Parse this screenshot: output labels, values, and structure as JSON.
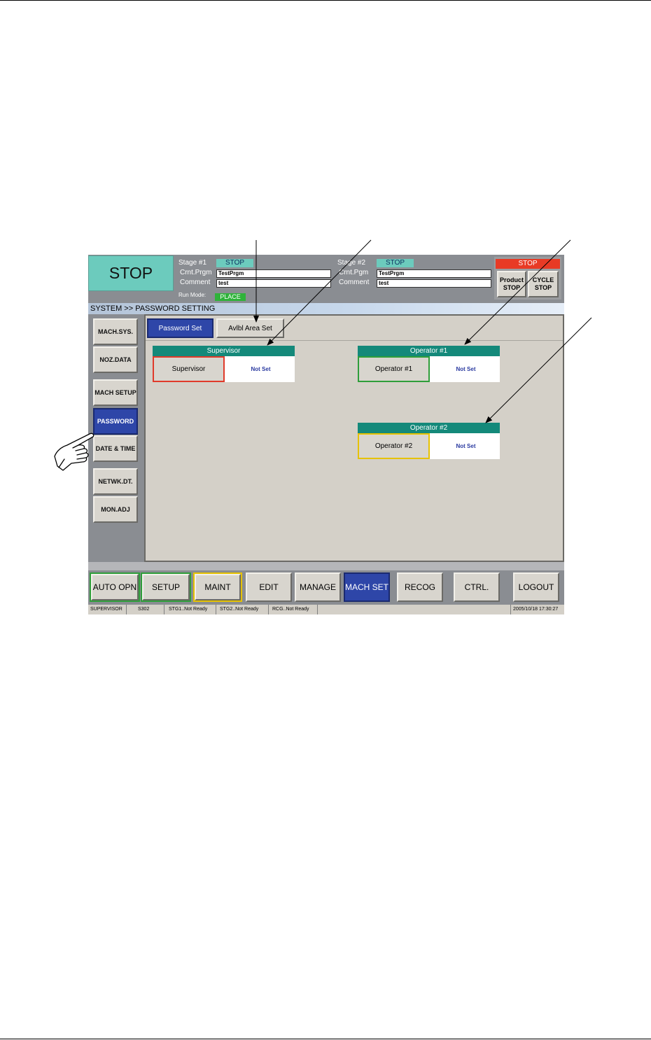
{
  "header": {
    "machine_status": "STOP",
    "stage1": {
      "title": "Stage #1",
      "status": "STOP",
      "program_label": "Crnt.Prgm",
      "program_value": "TestPrgm",
      "comment_label": "Comment",
      "comment_value": "test",
      "run_mode_label": "Run Mode:",
      "run_mode_value": "PLACE"
    },
    "stage2": {
      "title": "Stage #2",
      "status": "STOP",
      "program_label": "Crnt.Pgm",
      "program_value": "TestPrgm",
      "comment_label": "Comment",
      "comment_value": "test"
    },
    "stop_panel": {
      "status": "STOP",
      "product_stop": "Product STOP",
      "cycle_stop": "CYCLE STOP"
    }
  },
  "breadcrumb": "SYSTEM >> PASSWORD SETTING",
  "sidebar": {
    "items": [
      {
        "label": "MACH.SYS."
      },
      {
        "label": "NOZ.DATA"
      },
      {
        "label": "MACH SETUP"
      },
      {
        "label": "PASSWORD"
      },
      {
        "label": "DATE & TIME"
      },
      {
        "label": "NETWK.DT."
      },
      {
        "label": "MON.ADJ"
      }
    ],
    "active": "PASSWORD"
  },
  "tabs": [
    {
      "label": "Password Set"
    },
    {
      "label": "Avlbl Area Set"
    }
  ],
  "passwords": {
    "supervisor": {
      "header": "Supervisor",
      "button": "Supervisor",
      "value": "Not Set"
    },
    "operator1": {
      "header": "Operator #1",
      "button": "Operator #1",
      "value": "Not Set"
    },
    "operator2": {
      "header": "Operator #2",
      "button": "Operator #2",
      "value": "Not Set"
    }
  },
  "bottombar": [
    {
      "label": "AUTO OPN"
    },
    {
      "label": "SETUP"
    },
    {
      "label": "MAINT"
    },
    {
      "label": "EDIT"
    },
    {
      "label": "MANAGE"
    },
    {
      "label": "MACH SET"
    },
    {
      "label": "RECOG"
    },
    {
      "label": "CTRL."
    },
    {
      "label": "LOGOUT"
    }
  ],
  "statusbar": {
    "user": "SUPERVISOR",
    "code": "S302",
    "stg1": "STG1..Not Ready",
    "stg2": "STG2..Not Ready",
    "rcg": "RCG..Not Ready",
    "datetime": "2005/10/18 17:30:27"
  },
  "colors": {
    "teal_status": "#6ccbbd",
    "active_blue": "#2e46a8",
    "header_teal": "#14897a",
    "supervisor_border": "#e03a2a",
    "operator1_border": "#2f9e3a",
    "operator2_border": "#e6c200",
    "stop_red": "#e83a25"
  },
  "icons": {
    "pointer": "pointing-hand-icon"
  }
}
